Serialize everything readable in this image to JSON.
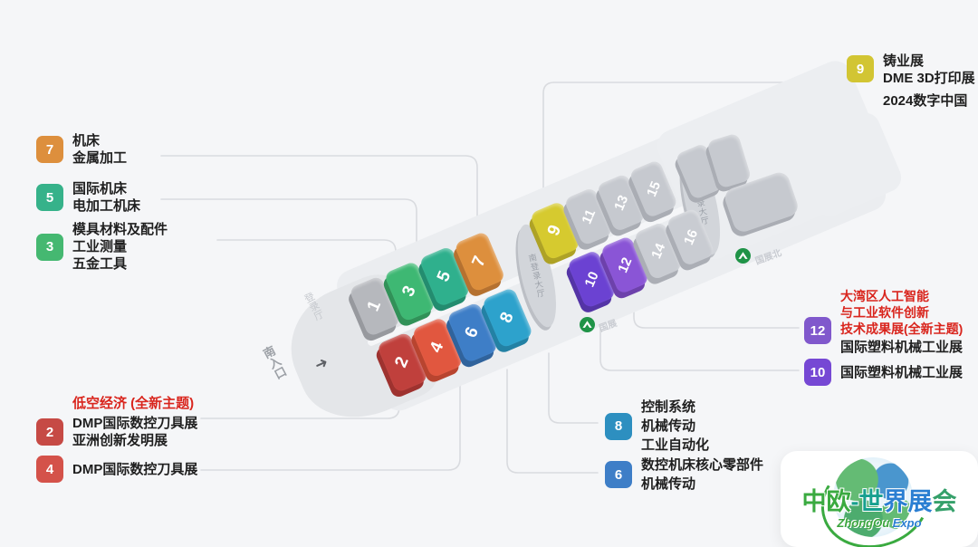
{
  "colors": {
    "background": "#f5f6f8",
    "accent_red": "#d9251d",
    "text_dark": "#1f1f1f",
    "connector": "#d9dbdf",
    "metro_green": "#1f9347"
  },
  "legend_left": {
    "groups": [
      {
        "num": "7",
        "color": "#dd8f3d",
        "lines": [
          "机床",
          "金属加工"
        ]
      },
      {
        "num": "5",
        "color": "#36b28a",
        "lines": [
          "国际机床",
          "电加工机床"
        ]
      },
      {
        "num": "3",
        "color": "#45b871",
        "lines": [
          "模具材料及配件",
          "工业测量",
          "五金工具"
        ]
      }
    ]
  },
  "legend_bottom_left": {
    "highlight": "低空经济 (全新主题)",
    "groups": [
      {
        "num": "2",
        "color": "#c64a45",
        "lines": [
          "DMP国际数控刀具展",
          "亚洲创新发明展"
        ]
      },
      {
        "num": "4",
        "color": "#d4524a",
        "lines": [
          "DMP国际数控刀具展"
        ]
      }
    ]
  },
  "legend_top_right": {
    "num": "9",
    "color": "#d2c533",
    "lines": [
      "铸业展",
      "DME 3D打印展"
    ],
    "extra_line": "2024数字中国"
  },
  "legend_right": {
    "highlight_lines": [
      "大湾区人工智能",
      "与工业软件创新",
      "技术成果展(全新主题)"
    ],
    "groups": [
      {
        "num": "12",
        "color": "#8058cc",
        "lines": [
          "国际塑料机械工业展"
        ]
      },
      {
        "num": "10",
        "color": "#7648d4",
        "lines": [
          "国际塑料机械工业展"
        ]
      }
    ]
  },
  "legend_bottom_right": {
    "groups": [
      {
        "num": "8",
        "color": "#2d8fc0",
        "lines": [
          "控制系统",
          "机械传动",
          "工业自动化"
        ]
      },
      {
        "num": "6",
        "color": "#3e7ec7",
        "lines": [
          "数控机床核心零部件",
          "机械传动"
        ]
      }
    ]
  },
  "map": {
    "halls": [
      {
        "num": "1",
        "color": "#b6b8bd",
        "dark": "#97999e"
      },
      {
        "num": "2",
        "color": "#c0403c",
        "dark": "#9e322f"
      },
      {
        "num": "3",
        "color": "#3eb873",
        "dark": "#319158"
      },
      {
        "num": "4",
        "color": "#e1573f",
        "dark": "#b8442f"
      },
      {
        "num": "5",
        "color": "#2fb08d",
        "dark": "#238c6f"
      },
      {
        "num": "6",
        "color": "#3e7ec7",
        "dark": "#30639c"
      },
      {
        "num": "7",
        "color": "#dd8f3d",
        "dark": "#b57130"
      },
      {
        "num": "8",
        "color": "#2da2cc",
        "dark": "#2381a4"
      },
      {
        "num": "9",
        "color": "#d6ca2f",
        "dark": "#aea226"
      },
      {
        "num": "10",
        "color": "#6b42d2",
        "dark": "#5434a6"
      },
      {
        "num": "11",
        "color": "#c6c9cf",
        "dark": "#aaadb4"
      },
      {
        "num": "12",
        "color": "#8a55d6",
        "dark": "#6d41ab"
      },
      {
        "num": "13",
        "color": "#c6c9cf",
        "dark": "#aaadb4"
      },
      {
        "num": "14",
        "color": "#c9ccd2",
        "dark": "#abaeb5"
      },
      {
        "num": "15",
        "color": "#c6c9cf",
        "dark": "#aaadb4"
      },
      {
        "num": "16",
        "color": "#c9ccd2",
        "dark": "#abaeb5"
      }
    ],
    "labels": {
      "south_entrance": "南入口",
      "south_hall": "登录厅",
      "oval_mid": "南登录大厅",
      "oval_north": "北登录大厅",
      "metro_mid": "国展",
      "metro_north": "国展北",
      "entrance_arrow": "➜"
    }
  },
  "logo": {
    "title_segments": [
      {
        "text": "中欧",
        "color": "#3aaa40"
      },
      {
        "text": "-世",
        "color": "#17a08f"
      },
      {
        "text": "界展",
        "color": "#2b7fd2"
      },
      {
        "text": "会",
        "color": "#35a06a"
      }
    ],
    "subtitle_part1": "ZhongOu",
    "subtitle_part2": " Expo"
  }
}
